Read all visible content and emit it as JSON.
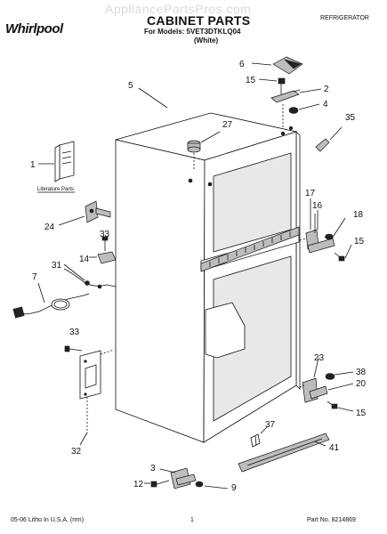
{
  "header": {
    "brand": "Whirlpool",
    "watermark": "AppliancePartsPros.com",
    "title": "CABINET PARTS",
    "models_line": "For Models: 5VET3DTKLQ04",
    "color": "(White)",
    "category": "REFRIGERATOR"
  },
  "footer": {
    "print_info": "05-06 Litho In U.S.A. (rrm)",
    "page_number": "1",
    "part_number": "Part No. 8214869"
  },
  "labels": {
    "literature_parts": "Literature Parts"
  },
  "callouts": [
    {
      "id": "c6",
      "text": "6"
    },
    {
      "id": "c15a",
      "text": "15"
    },
    {
      "id": "c2",
      "text": "2"
    },
    {
      "id": "c5",
      "text": "5"
    },
    {
      "id": "c4",
      "text": "4"
    },
    {
      "id": "c27",
      "text": "27"
    },
    {
      "id": "c35",
      "text": "35"
    },
    {
      "id": "c1",
      "text": "1"
    },
    {
      "id": "c24",
      "text": "24"
    },
    {
      "id": "c17",
      "text": "17"
    },
    {
      "id": "c16",
      "text": "16"
    },
    {
      "id": "c18",
      "text": "18"
    },
    {
      "id": "c33a",
      "text": "33"
    },
    {
      "id": "c14",
      "text": "14"
    },
    {
      "id": "c15b",
      "text": "15"
    },
    {
      "id": "c31",
      "text": "31"
    },
    {
      "id": "c7",
      "text": "7"
    },
    {
      "id": "c33b",
      "text": "33"
    },
    {
      "id": "c23",
      "text": "23"
    },
    {
      "id": "c38",
      "text": "38"
    },
    {
      "id": "c20",
      "text": "20"
    },
    {
      "id": "c15c",
      "text": "15"
    },
    {
      "id": "c32",
      "text": "32"
    },
    {
      "id": "c37",
      "text": "37"
    },
    {
      "id": "c41",
      "text": "41"
    },
    {
      "id": "c3",
      "text": "3"
    },
    {
      "id": "c12",
      "text": "12"
    },
    {
      "id": "c9",
      "text": "9"
    }
  ]
}
